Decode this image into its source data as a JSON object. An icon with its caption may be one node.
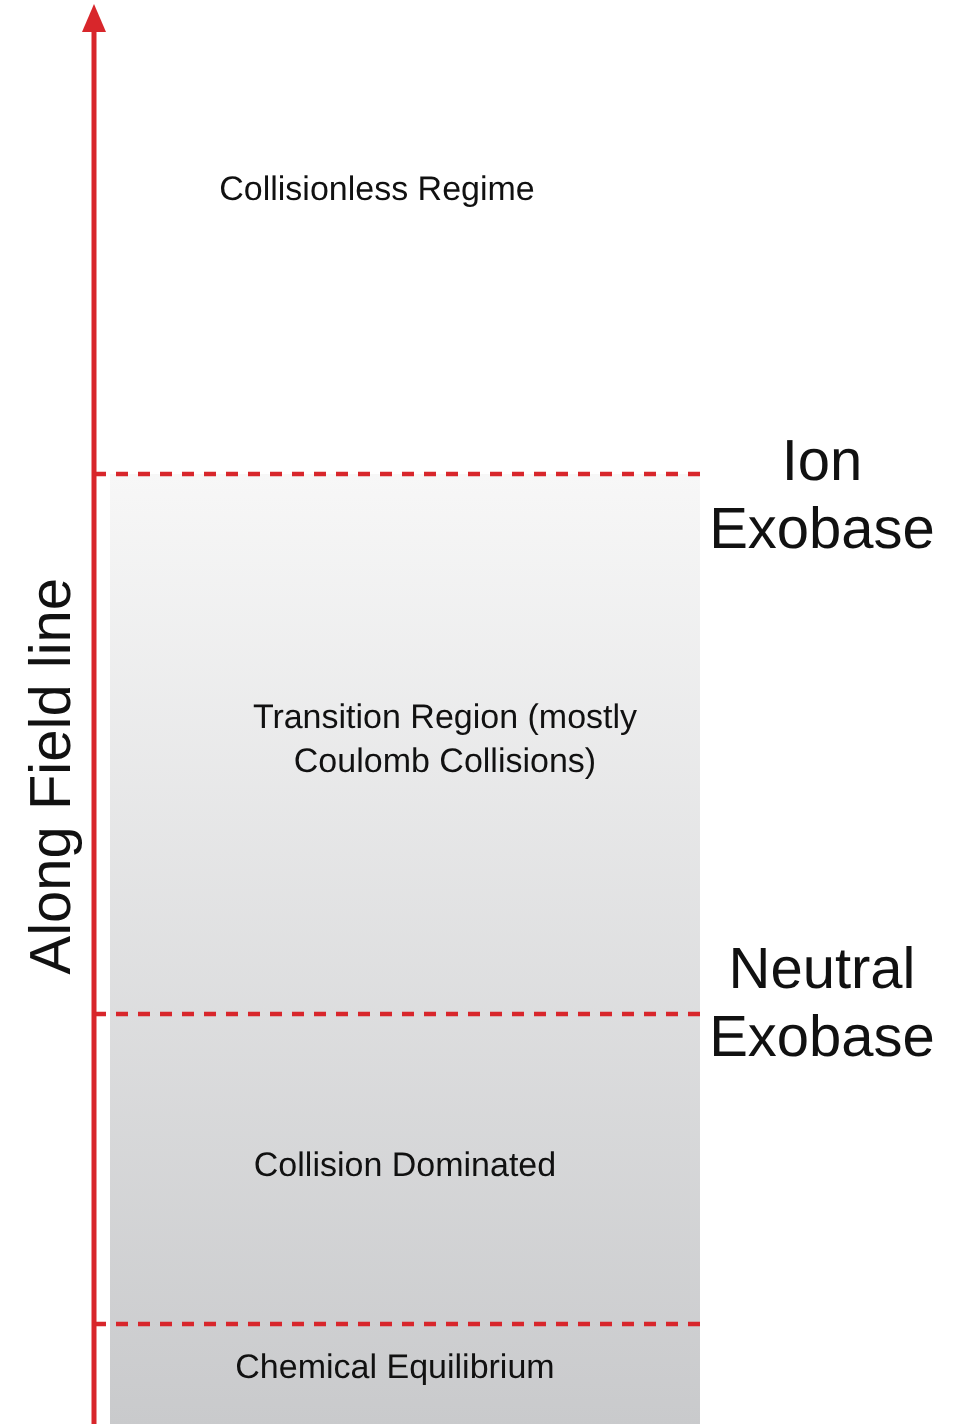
{
  "diagram": {
    "nodes": [
      {
        "text": [
          "Collisionless Regime"
        ]
      },
      {
        "text": [
          "Transition Region (mostly Coulomb Collisions)"
        ]
      },
      {
        "text": [
          "Collision Dominated"
        ]
      },
      {
        "text": [
          "Chemical Equilibrium"
        ]
      }
    ],
    "labels": [
      "Ion Exobase",
      "Neutral Exobase",
      "Along Field line"
    ]
  }
}
